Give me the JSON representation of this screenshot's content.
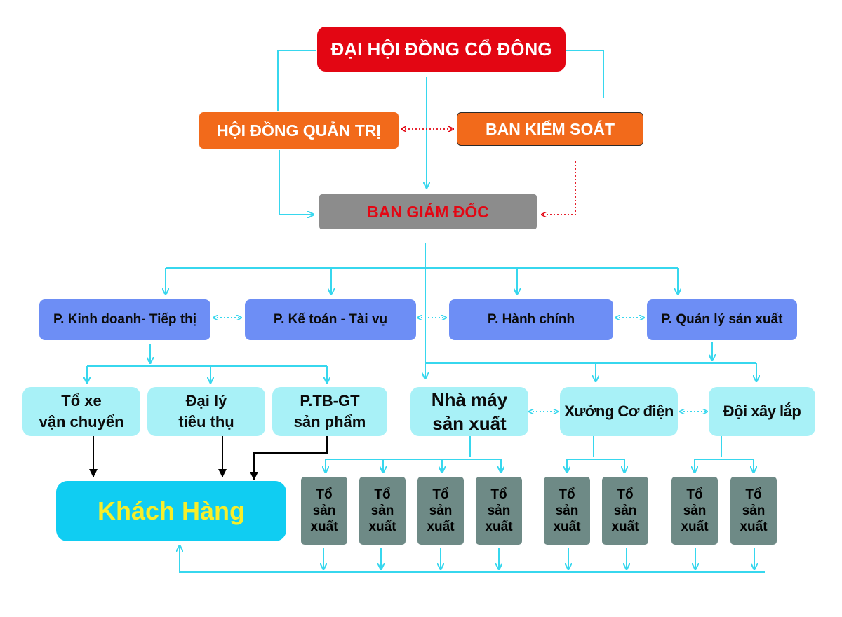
{
  "nodes": {
    "shareholders": "ĐẠI HỘI ĐỒNG CỔ ĐÔNG",
    "board": "HỘI ĐỒNG QUẢN TRỊ",
    "supervisory": "BAN KIỂM SOÁT",
    "directors": "BAN GIÁM ĐỐC",
    "departments": {
      "sales": "P. Kinh doanh- Tiếp thị",
      "accounting": "P. Kế toán - Tài vụ",
      "admin": "P. Hành chính",
      "production_mgmt": "P. Quản lý sản xuất"
    },
    "sales_units": {
      "transport": "Tổ xe\nvận chuyển",
      "agents": "Đại lý\ntiêu thụ",
      "product_intro": "P.TB-GT\nsản phẩm"
    },
    "production_units": {
      "factory": "Nhà máy\nsản xuất",
      "mech_elec": "Xưởng Cơ điện",
      "installation": "Đội xây lắp"
    },
    "customer": "Khách Hàng",
    "production_team": "Tổ\nsản\nxuất"
  },
  "colors": {
    "top": "#e30613",
    "board": "#f26a1b",
    "directors": "#8c8c8c",
    "department": "#6d8ef5",
    "unit": "#a8f1f7",
    "customer": "#10cdf2",
    "customer_text": "#f7ee2a",
    "team": "#6e8a86",
    "connector": "#37d7ee",
    "dotted_red": "#e30613"
  }
}
